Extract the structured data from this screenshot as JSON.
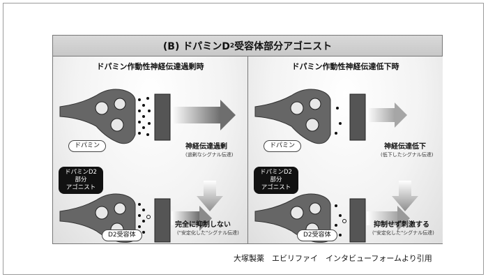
{
  "title": {
    "prefix": "(B) ドパミンD",
    "subscript": "2",
    "suffix": "受容体部分アゴニスト"
  },
  "left_panel": {
    "heading": "ドパミン作動性神経伝達過剰時",
    "dopamine_label": "ドパミン",
    "upper_main": "神経伝達過剰",
    "upper_sub": "(過剰なシグナル伝達)",
    "agonist_line1": "ドパミンD2部分",
    "agonist_line2": "アゴニスト",
    "lower_main": "完全に抑制しない",
    "lower_sub": "(\"安定化した\"シグナル伝達)",
    "receptor_label": "D2受容体"
  },
  "right_panel": {
    "heading": "ドパミン作動性神経伝達低下時",
    "dopamine_label": "ドパミン",
    "upper_main": "神経伝達低下",
    "upper_sub": "(低下したシグナル伝達)",
    "agonist_line1": "ドパミンD2部分",
    "agonist_line2": "アゴニスト",
    "lower_main": "抑制せず刺激する",
    "lower_sub": "(\"安定化した\"シグナル伝達)",
    "receptor_label": "D2受容体"
  },
  "citation": "大塚製薬　エビリファイ　インタビューフォームより引用",
  "colors": {
    "neuron": "#666666",
    "neuron_dark": "#3a3a3a",
    "receptor": "#555555",
    "arrow": "#9a9a9a"
  }
}
